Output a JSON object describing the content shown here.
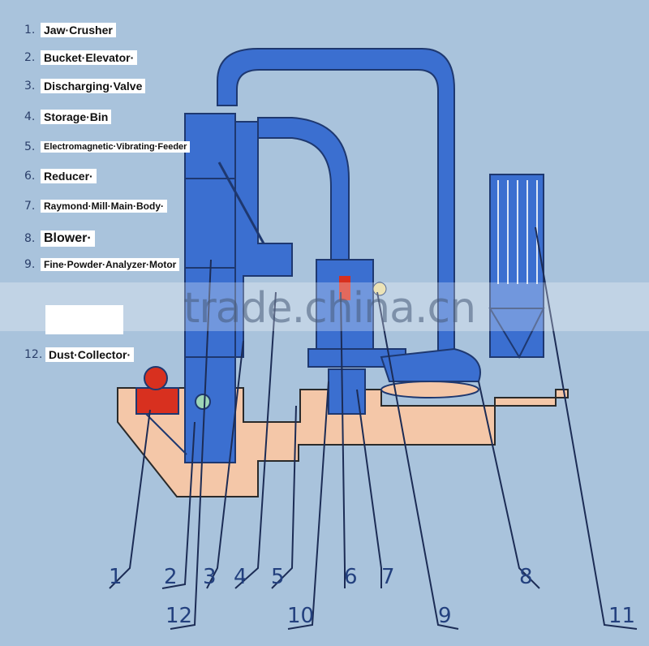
{
  "legend": [
    {
      "num": "1.",
      "label": "Jaw·Crusher"
    },
    {
      "num": "2.",
      "label": "Bucket·Elevator·"
    },
    {
      "num": "3.",
      "label": "Discharging·Valve"
    },
    {
      "num": "4.",
      "label": "Storage·Bin"
    },
    {
      "num": "5.",
      "label": "Electromagnetic·Vibrating·Feeder"
    },
    {
      "num": "6.",
      "label": "Reducer·"
    },
    {
      "num": "7.",
      "label": "Raymond·Mill·Main·Body·"
    },
    {
      "num": "8.",
      "label": "Blower·"
    },
    {
      "num": "9.",
      "label": "Fine·Powder·Analyzer·Motor"
    },
    {
      "num": "12.",
      "label": "Dust·Collector·"
    }
  ],
  "callouts": [
    "1",
    "2",
    "3",
    "4",
    "5",
    "6",
    "7",
    "8",
    "12",
    "10",
    "9",
    "11"
  ],
  "watermark": "trade.china.cn",
  "colors": {
    "background": "#a9c3dc",
    "equipment_blue": "#3b6fd0",
    "foundation": "#f4c7a8",
    "accent_red": "#d8301f",
    "callout_line": "#1c2c55"
  }
}
